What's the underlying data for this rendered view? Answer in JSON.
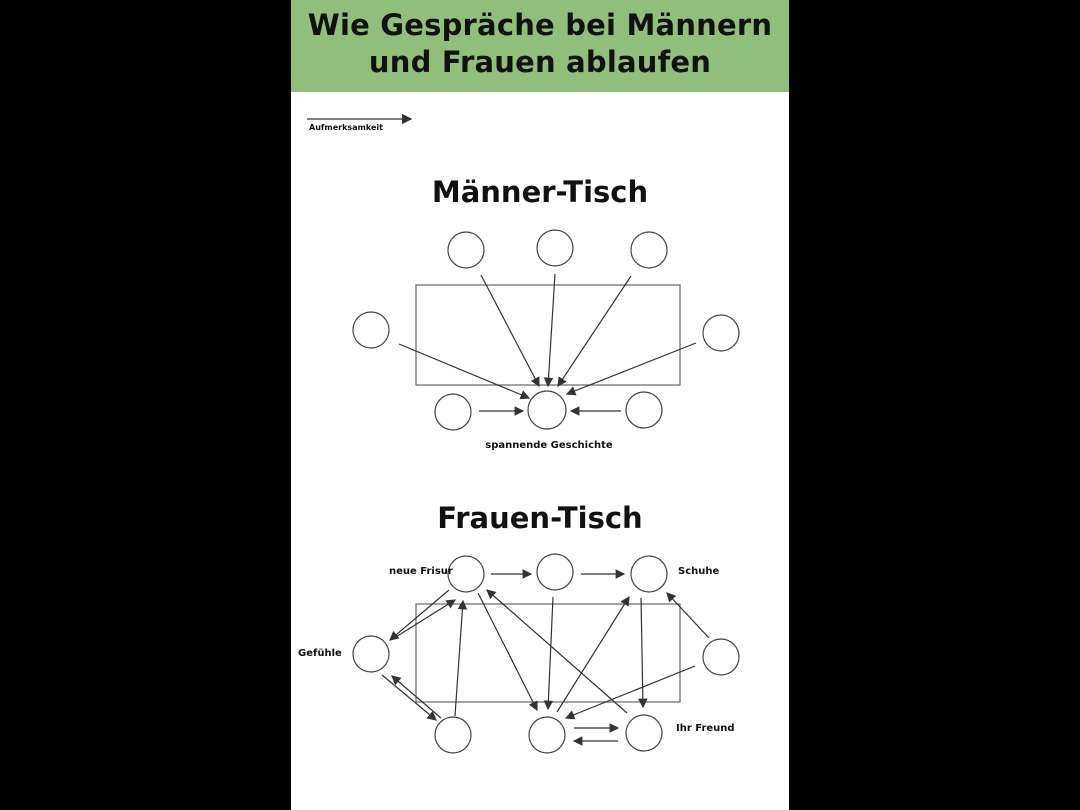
{
  "title": {
    "line1": "Wie Gespräche bei Männern",
    "line2": "und Frauen ablaufen"
  },
  "legend": {
    "label": "Aufmerksamkeit"
  },
  "men_table": {
    "title": "Männer-Tisch",
    "center_label": "spannende Geschichte"
  },
  "women_table": {
    "title": "Frauen-Tisch",
    "labels": {
      "top_left": "neue Frisur",
      "top_right": "Schuhe",
      "left": "Gefühle",
      "bottom_right": "Ihr Freund"
    }
  },
  "colors": {
    "background": "#000000",
    "panel": "#ffffff",
    "header": "#8fbf7a",
    "ink": "#111111",
    "line": "#555555"
  }
}
